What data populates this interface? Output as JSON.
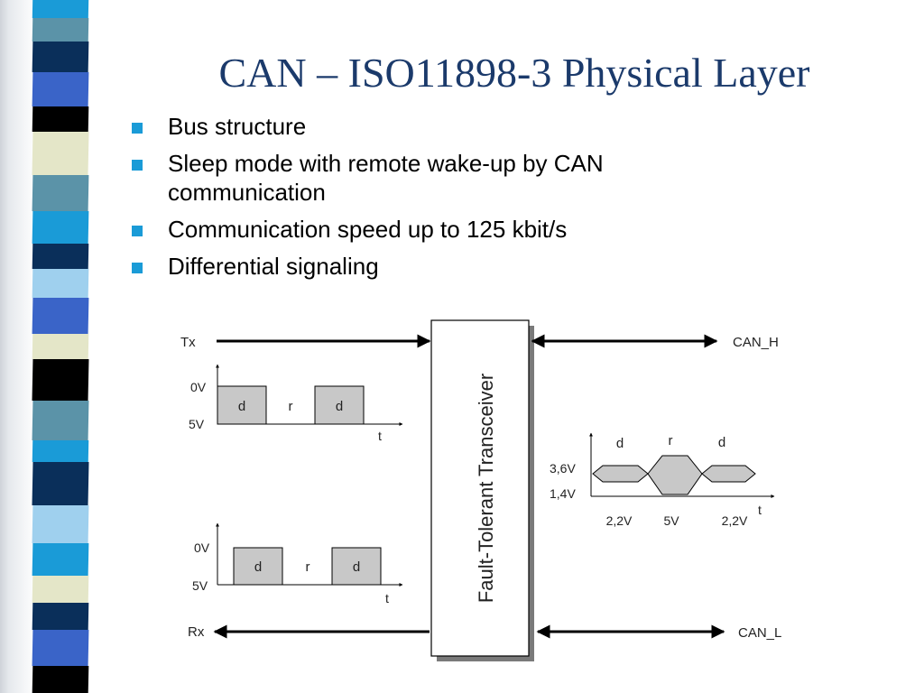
{
  "title": "CAN – ISO11898-3 Physical Layer",
  "bullets": [
    "Bus structure",
    "Sleep mode with remote wake-up by CAN communication",
    "Communication speed up to 125 kbit/s",
    "Differential signaling"
  ],
  "diagram": {
    "transceiver_label": "Fault-Tolerant Transceiver",
    "signals": {
      "tx": "Tx",
      "rx": "Rx",
      "can_h": "CAN_H",
      "can_l": "CAN_L"
    },
    "tx_plot": {
      "level_top": "0V",
      "level_bottom": "5V",
      "axis_t": "t",
      "states": [
        "d",
        "r",
        "d"
      ]
    },
    "rx_plot": {
      "level_top": "0V",
      "level_bottom": "5V",
      "axis_t": "t",
      "states": [
        "d",
        "r",
        "d"
      ]
    },
    "bus_plot": {
      "level_high": "3,6V",
      "level_low": "1,4V",
      "axis_t": "t",
      "states": [
        "d",
        "r",
        "d"
      ],
      "diff_values": [
        "2,2V",
        "5V",
        "2,2V"
      ]
    }
  },
  "theme": {
    "title_color": "#1b3a6b",
    "bullet_color": "#1a9bd7",
    "box_fill": "#c8c8c8",
    "strip_colors": [
      "#1a9bd7",
      "#0a2f5a",
      "#5b93a8",
      "#e4e6c8",
      "#000000",
      "#9fd0ee",
      "#3a64c8"
    ]
  }
}
